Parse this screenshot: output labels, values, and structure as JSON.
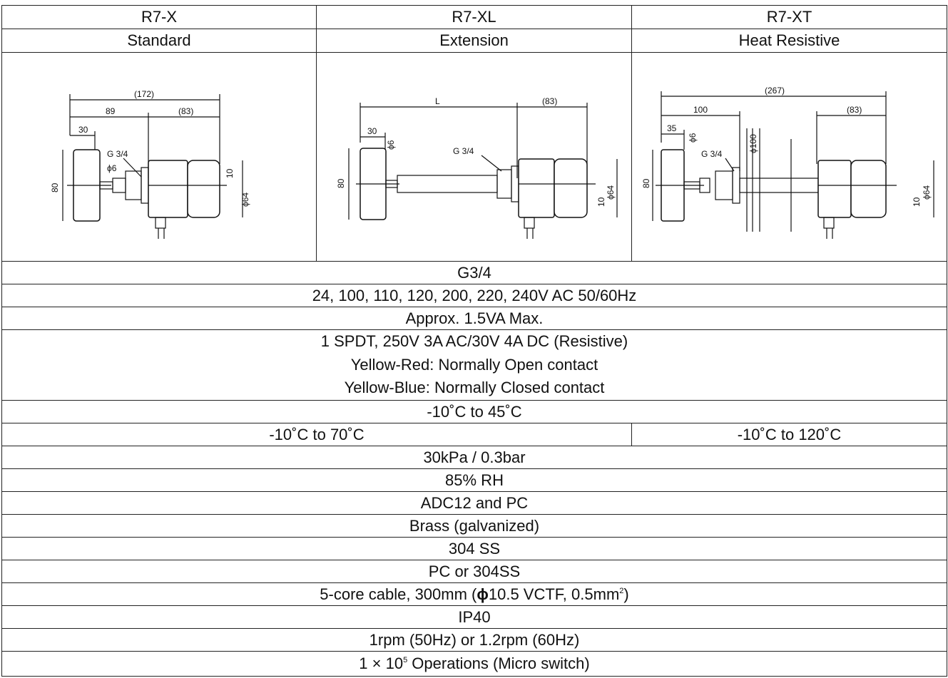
{
  "models": [
    {
      "code": "R7-X",
      "type": "Standard"
    },
    {
      "code": "R7-XL",
      "type": "Extension"
    },
    {
      "code": "R7-XT",
      "type": "Heat Resistive"
    }
  ],
  "diagrams": {
    "x": {
      "d_total": "(172)",
      "d_89": "89",
      "d_83": "(83)",
      "d_30": "30",
      "thread": "G 3/4",
      "phi6": "ϕ6",
      "h80": "80",
      "d10": "10",
      "phi64": "ϕ64"
    },
    "xl": {
      "d_L": "L",
      "d_83": "(83)",
      "d_30": "30",
      "thread": "G 3/4",
      "phi6": "ϕ6",
      "h80": "80",
      "d10": "10",
      "phi64": "ϕ64"
    },
    "xt": {
      "d_total": "(267)",
      "d_100": "100",
      "d_83": "(83)",
      "d_35": "35",
      "thread": "G 3/4",
      "phi6": "ϕ6",
      "phi100": "ϕ100",
      "h80": "80",
      "d10": "10",
      "phi64": "ϕ64"
    }
  },
  "specs": {
    "connection": "G3/4",
    "voltage": "24, 100, 110, 120, 200, 220, 240V AC 50/60Hz",
    "power": "Approx. 1.5VA Max.",
    "contact_1": "1 SPDT, 250V 3A AC/30V 4A DC (Resistive)",
    "contact_2": "Yellow-Red: Normally Open contact",
    "contact_3": "Yellow-Blue: Normally Closed contact",
    "ambient_temp": "-10˚C to 45˚C",
    "process_temp_std": "-10˚C to 70˚C",
    "process_temp_heat": "-10˚C to 120˚C",
    "pressure": "30kPa / 0.3bar",
    "humidity": "85% RH",
    "housing_material": "ADC12 and PC",
    "mount_material": "Brass (galvanized)",
    "shaft_material": "304 SS",
    "paddle_material": "PC or 304SS",
    "cable_prefix": "5-core cable, 300mm (",
    "cable_phi": "ϕ",
    "cable_mid": "10.5 VCTF, 0.5mm",
    "cable_sup": "2",
    "cable_suffix": ")",
    "protection": "IP40",
    "speed": "1rpm (50Hz) or 1.2rpm (60Hz)",
    "life_prefix": "1 × 10",
    "life_exp": "5",
    "life_suffix": " Operations (Micro switch)"
  }
}
